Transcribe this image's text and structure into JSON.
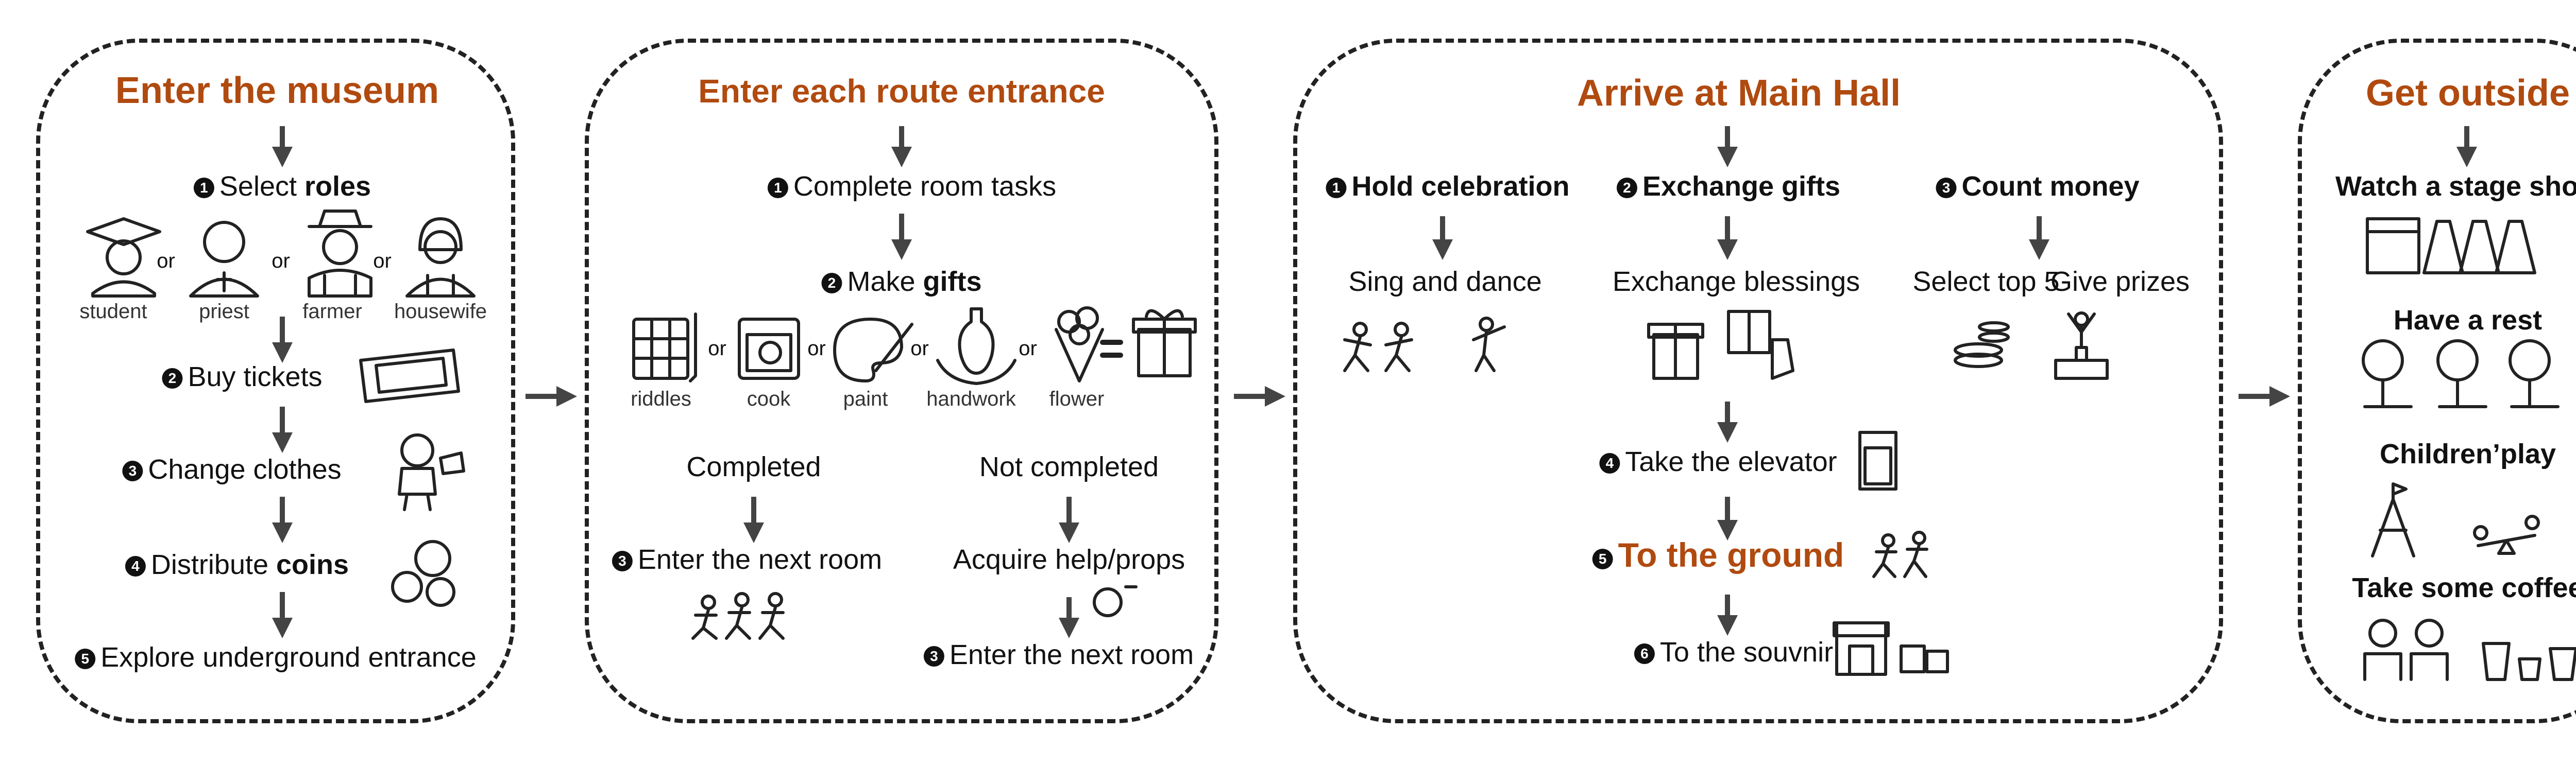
{
  "panels": {
    "p1": {
      "title": "Enter the museum",
      "s1_num": "1",
      "s1_pre": "Select ",
      "s1_bold": "roles",
      "roles": [
        "student",
        "priest",
        "farmer",
        "housewife"
      ],
      "or": "or",
      "s2_num": "2",
      "s2": "Buy tickets",
      "s3_num": "3",
      "s3": "Change clothes",
      "s4_num": "4",
      "s4_pre": "Distribute ",
      "s4_bold": "coins",
      "s5_num": "5",
      "s5": "Explore underground entrance"
    },
    "p2": {
      "title": "Enter each route entrance",
      "s1_num": "1",
      "s1": "Complete room tasks",
      "s2_num": "2",
      "s2_pre": "Make ",
      "s2_bold": "gifts",
      "tasks": [
        "riddles",
        "cook",
        "paint",
        "handwork",
        "flower"
      ],
      "or": "or",
      "completed": "Completed",
      "not_completed": "Not completed",
      "next_num": "3",
      "next": "Enter the next room",
      "acquire": "Acquire help/props",
      "next2_num": "3",
      "next2": "Enter the next room"
    },
    "p3": {
      "title": "Arrive at Main Hall",
      "c1_num": "1",
      "c1": "Hold celebration",
      "c2_num": "2",
      "c2": "Exchange gifts",
      "c3_num": "3",
      "c3": "Count  money",
      "sing": "Sing and dance",
      "blessings": "Exchange blessings",
      "top5": "Select top 5",
      "prizes": "Give prizes",
      "s4_num": "4",
      "s4": "Take the elevator",
      "s5_num": "5",
      "s5": "To the ground",
      "s6_num": "6",
      "s6": "To the souvnir"
    },
    "p4": {
      "title": "Get outside",
      "a1": "Watch a stage show",
      "a2": "Have a rest",
      "a3": "Children’play",
      "a4": "Take some coffee"
    }
  },
  "colors": {
    "accent": "#b04a0f",
    "ink": "#111111",
    "arrow": "#444444"
  }
}
